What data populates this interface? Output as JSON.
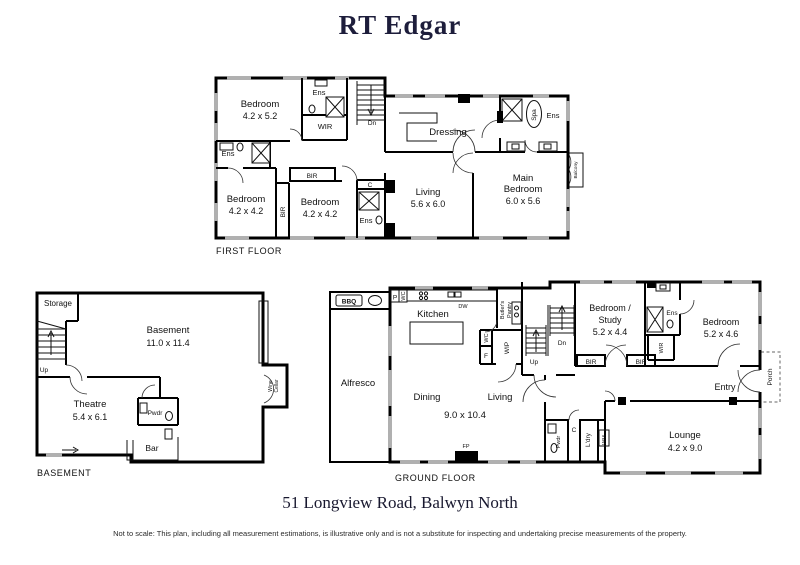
{
  "brand": {
    "name": "RT Edgar"
  },
  "plans": {
    "first": {
      "floor_label": "FIRST FLOOR",
      "bedroom1": {
        "name": "Bedroom",
        "dims": "4.2 x 5.2"
      },
      "ens_top": "Ens",
      "wir": "WIR",
      "dn": "Dn",
      "dressing": "Dressing",
      "spa": "Spa",
      "ens_main": "Ens",
      "balcony": "Balcony",
      "ens_left": "Ens",
      "bedroom2": {
        "name": "Bedroom",
        "dims": "4.2 x 4.2"
      },
      "bir_left": "BIR",
      "bir_mid": "BIR",
      "bedroom3": {
        "name": "Bedroom",
        "dims": "4.2 x 4.2"
      },
      "closet": "C",
      "ens_mid": "Ens",
      "living": {
        "name": "Living",
        "dims": "5.6 x 6.0"
      },
      "main_bedroom": {
        "line1": "Main",
        "line2": "Bedroom",
        "dims": "6.0 x 5.6"
      }
    },
    "basement": {
      "floor_label": "BASEMENT",
      "storage": "Storage",
      "up": "Up",
      "basement_room": {
        "name": "Basement",
        "dims": "11.0 x 11.4"
      },
      "theatre": {
        "name": "Theatre",
        "dims": "5.4 x 6.1"
      },
      "pwdr": "Pwdr",
      "bar": "Bar",
      "wine_cellar": {
        "line1": "Wine",
        "line2": "Cellar"
      }
    },
    "ground": {
      "floor_label": "GROUND FLOOR",
      "bbq": "BBQ",
      "alfresco": "Alfresco",
      "pantry_cupboard": "P",
      "wc_top": "WC",
      "kitchen": "Kitchen",
      "dw": "DW",
      "butlers_pantry": {
        "line1": "Butler's",
        "line2": "Pantry"
      },
      "wc_mid": "WC",
      "fridge": "F",
      "wip": "WIP",
      "up": "Up",
      "dn": "Dn",
      "dining": "Dining",
      "living": "Living",
      "living_dims": "9.0 x 10.4",
      "fp": "FP",
      "bed_study": {
        "line1": "Bedroom /",
        "line2": "Study",
        "dims": "5.2 x 4.4"
      },
      "ens": "Ens",
      "wir": "WIR",
      "bedroom": {
        "name": "Bedroom",
        "dims": "5.2 x 4.6"
      },
      "bir1": "BIR",
      "bir2": "BIR",
      "entry": "Entry",
      "porch": "Porch",
      "pwdr": "Pwdr",
      "closet": "C",
      "ldry": "L'dry",
      "wm": "WM",
      "lounge": {
        "name": "Lounge",
        "dims": "4.2 x 9.0"
      }
    }
  },
  "footer": {
    "address": "51 Longview Road, Balwyn North",
    "disclaimer": "Not to scale: This plan, including all measurement estimations, is illustrative only and is not a substitute for inspecting and undertaking precise measurements of the property."
  },
  "colors": {
    "ink": "#111111",
    "brand_navy": "#1d1d3b",
    "window_grey": "#b0b0b0"
  }
}
